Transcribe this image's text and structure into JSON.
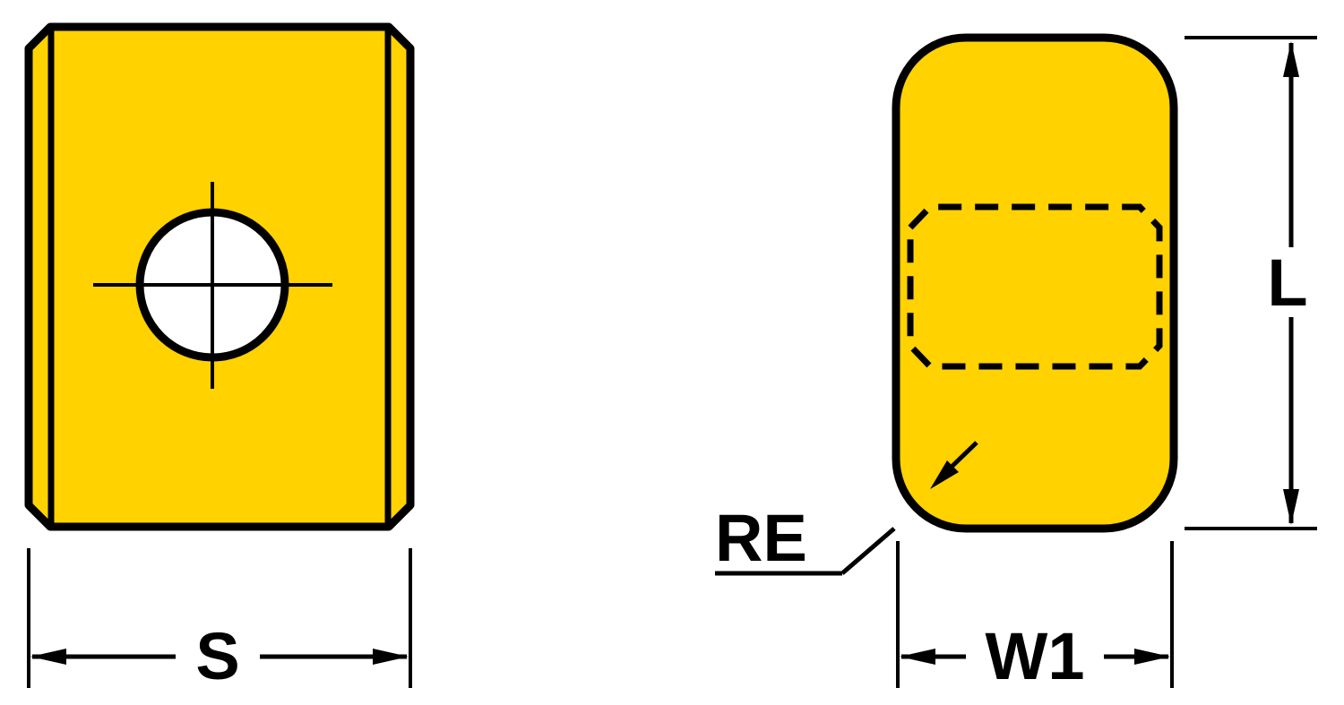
{
  "diagram": {
    "type": "technical-drawing",
    "description": "Indexable milling insert shown in front view and side view with dimension callouts",
    "colors": {
      "insert_fill": "#FFD200",
      "outline": "#000000",
      "background": "#FFFFFF"
    },
    "labels": {
      "width_front": "S",
      "length_side": "L",
      "width_side": "W1",
      "corner_radius": "RE"
    }
  }
}
